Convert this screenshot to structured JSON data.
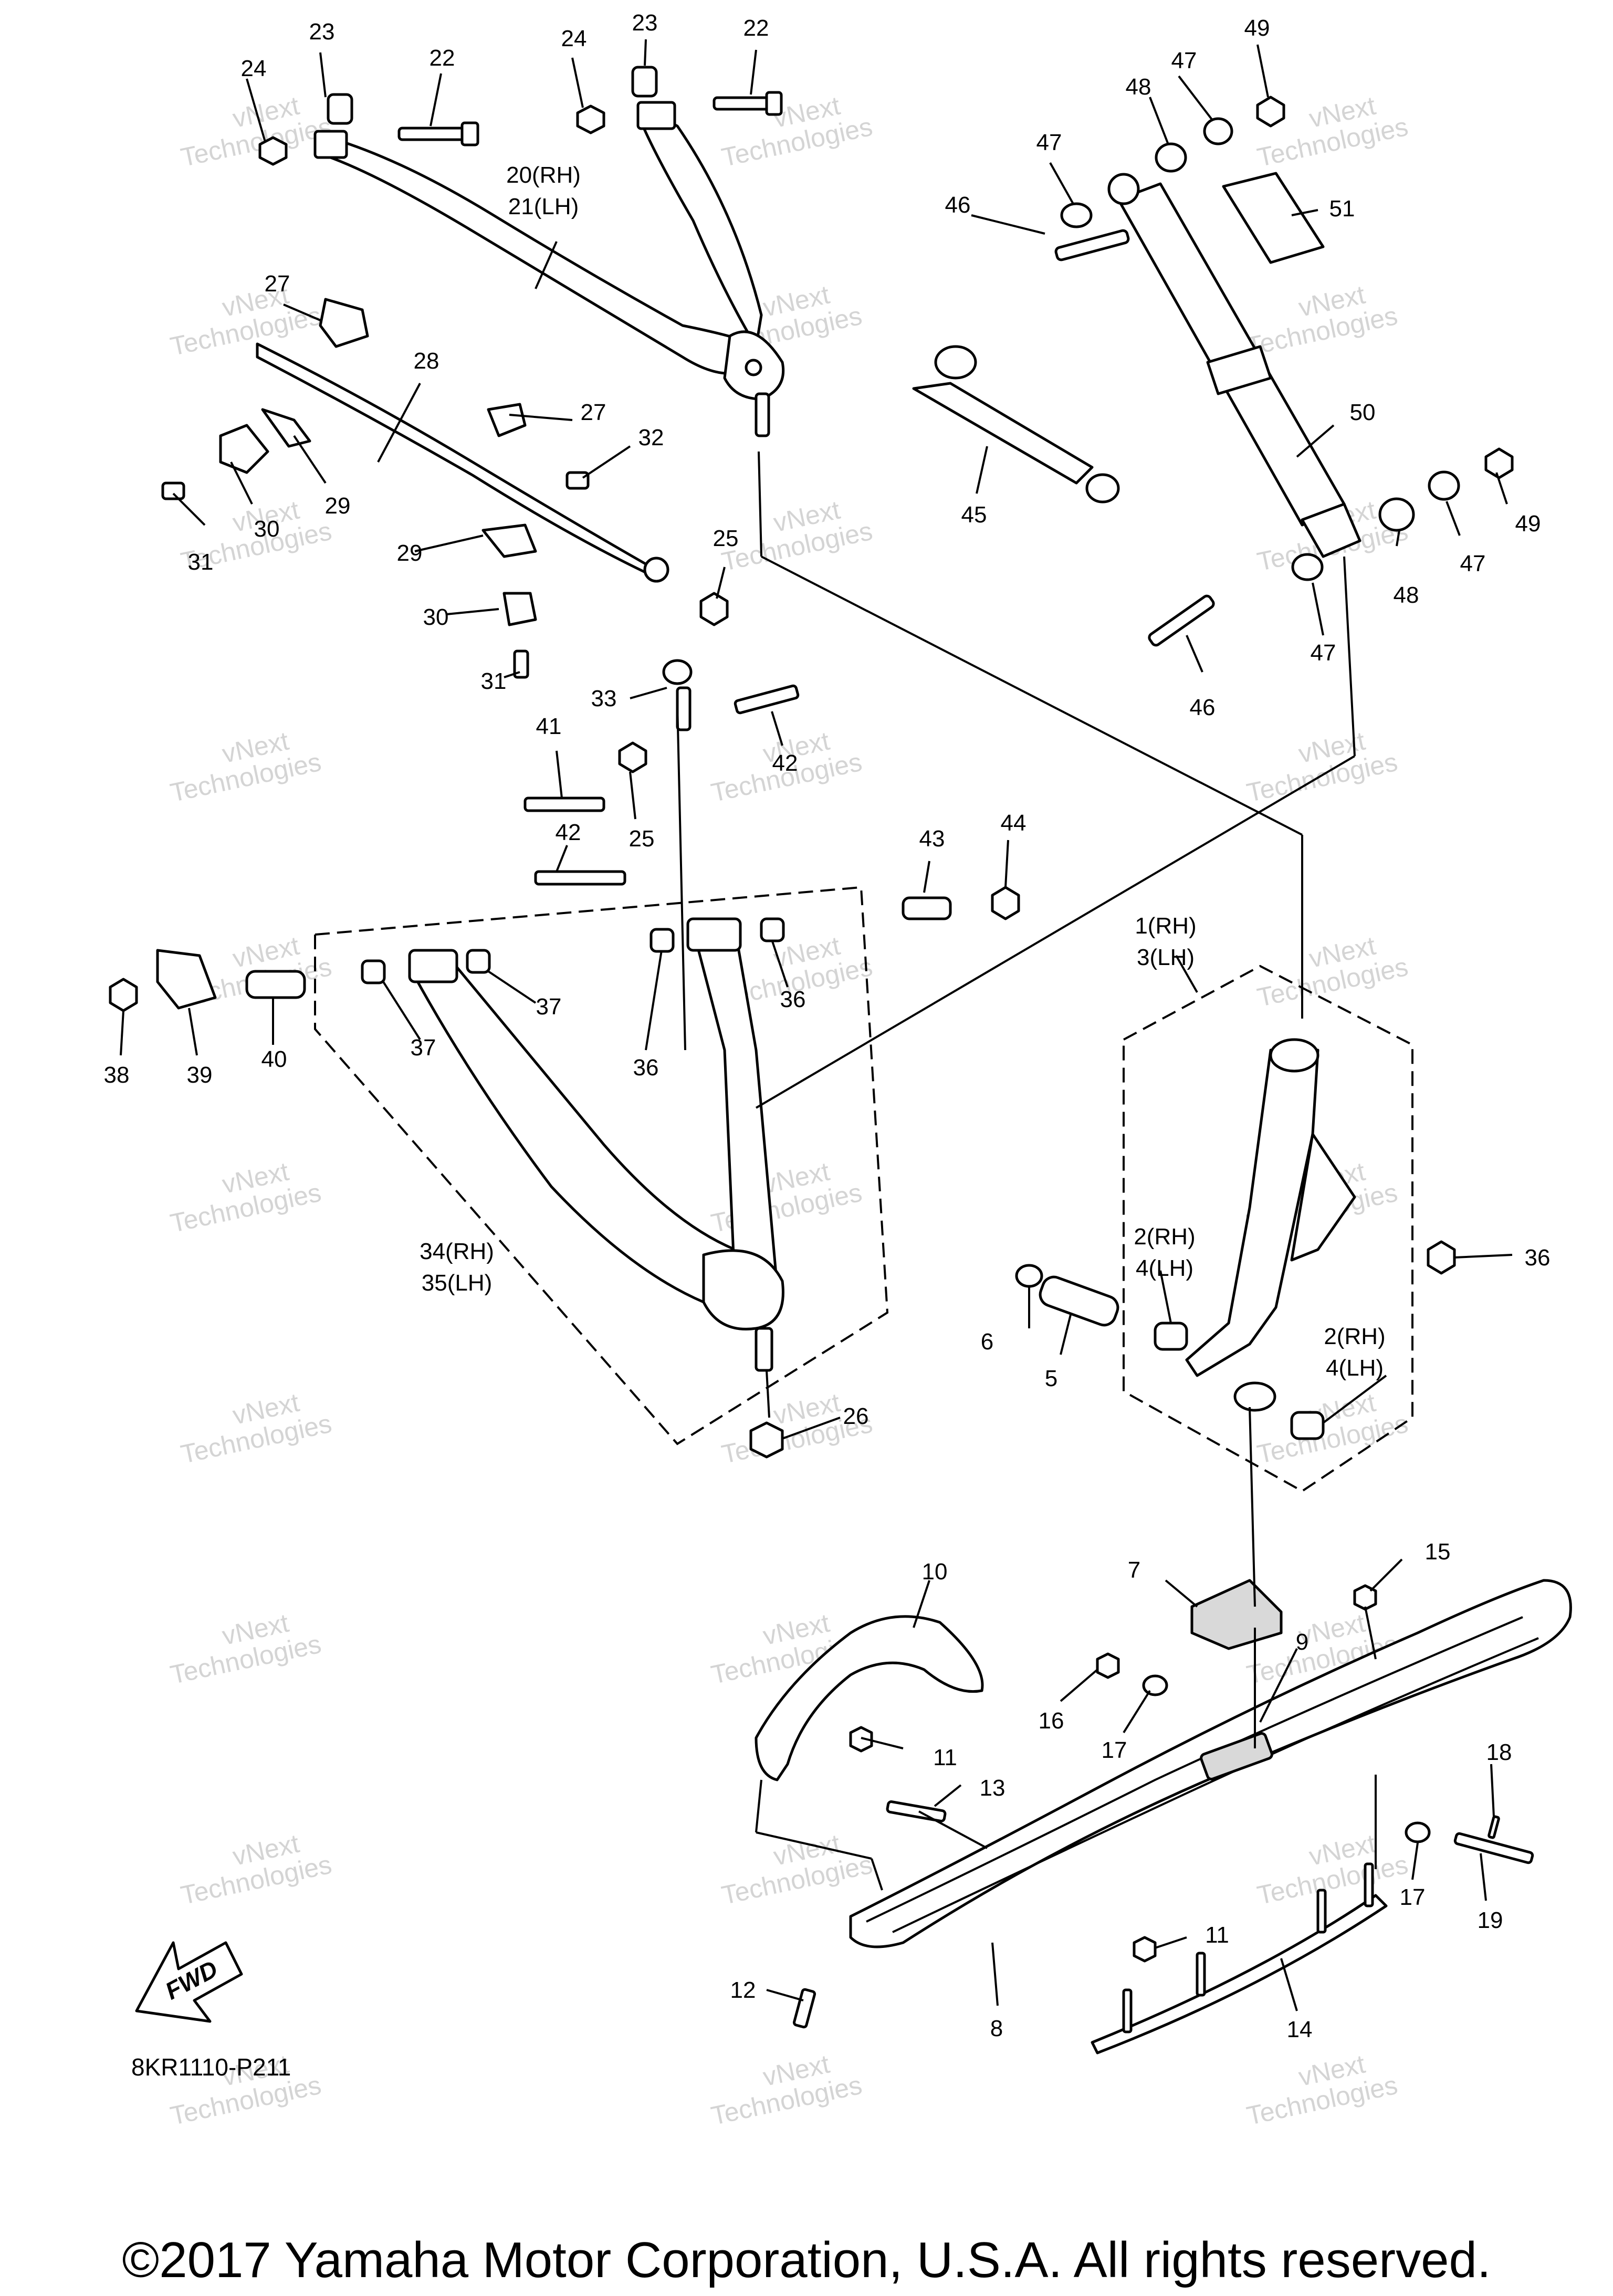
{
  "diagram_code": "8KR1110-P211",
  "fwd_label": "FWD",
  "copyright": "©2017 Yamaha Motor Corporation, U.S.A. All rights reserved.",
  "watermark": [
    "vNext",
    "Technologies"
  ],
  "callouts": [
    {
      "id": "c24a",
      "text": "24"
    },
    {
      "id": "c23a",
      "text": "23"
    },
    {
      "id": "c22a",
      "text": "22"
    },
    {
      "id": "c24b",
      "text": "24"
    },
    {
      "id": "c23b",
      "text": "23"
    },
    {
      "id": "c22b",
      "text": "22"
    },
    {
      "id": "c49a",
      "text": "49"
    },
    {
      "id": "c47a",
      "text": "47"
    },
    {
      "id": "c48a",
      "text": "48"
    },
    {
      "id": "c47b",
      "text": "47"
    },
    {
      "id": "c46a",
      "text": "46"
    },
    {
      "id": "c51",
      "text": "51"
    },
    {
      "id": "c20",
      "text": "20(RH)"
    },
    {
      "id": "c21",
      "text": "21(LH)"
    },
    {
      "id": "c27a",
      "text": "27"
    },
    {
      "id": "c28",
      "text": "28"
    },
    {
      "id": "c27b",
      "text": "27"
    },
    {
      "id": "c32",
      "text": "32"
    },
    {
      "id": "c29a",
      "text": "29"
    },
    {
      "id": "c30a",
      "text": "30"
    },
    {
      "id": "c31a",
      "text": "31"
    },
    {
      "id": "c29b",
      "text": "29"
    },
    {
      "id": "c30b",
      "text": "30"
    },
    {
      "id": "c31b",
      "text": "31"
    },
    {
      "id": "c25a",
      "text": "25"
    },
    {
      "id": "c45",
      "text": "45"
    },
    {
      "id": "c50",
      "text": "50"
    },
    {
      "id": "c49b",
      "text": "49"
    },
    {
      "id": "c47c",
      "text": "47"
    },
    {
      "id": "c48b",
      "text": "48"
    },
    {
      "id": "c47d",
      "text": "47"
    },
    {
      "id": "c46b",
      "text": "46"
    },
    {
      "id": "c33",
      "text": "33"
    },
    {
      "id": "c42a",
      "text": "42"
    },
    {
      "id": "c41",
      "text": "41"
    },
    {
      "id": "c25b",
      "text": "25"
    },
    {
      "id": "c42b",
      "text": "42"
    },
    {
      "id": "c43",
      "text": "43"
    },
    {
      "id": "c44",
      "text": "44"
    },
    {
      "id": "c1",
      "text": "1(RH)"
    },
    {
      "id": "c3",
      "text": "3(LH)"
    },
    {
      "id": "c36a",
      "text": "36"
    },
    {
      "id": "c37a",
      "text": "37"
    },
    {
      "id": "c38",
      "text": "38"
    },
    {
      "id": "c39",
      "text": "39"
    },
    {
      "id": "c40",
      "text": "40"
    },
    {
      "id": "c37b",
      "text": "37"
    },
    {
      "id": "c36b",
      "text": "36"
    },
    {
      "id": "c36c",
      "text": "36"
    },
    {
      "id": "c34",
      "text": "34(RH)"
    },
    {
      "id": "c35",
      "text": "35(LH)"
    },
    {
      "id": "c2a",
      "text": "2(RH)"
    },
    {
      "id": "c4a",
      "text": "4(LH)"
    },
    {
      "id": "c6",
      "text": "6"
    },
    {
      "id": "c5",
      "text": "5"
    },
    {
      "id": "c2b",
      "text": "2(RH)"
    },
    {
      "id": "c4b",
      "text": "4(LH)"
    },
    {
      "id": "c26",
      "text": "26"
    },
    {
      "id": "c7",
      "text": "7"
    },
    {
      "id": "c15",
      "text": "15"
    },
    {
      "id": "c10",
      "text": "10"
    },
    {
      "id": "c9",
      "text": "9"
    },
    {
      "id": "c16",
      "text": "16"
    },
    {
      "id": "c17a",
      "text": "17"
    },
    {
      "id": "c11a",
      "text": "11"
    },
    {
      "id": "c13",
      "text": "13"
    },
    {
      "id": "c18",
      "text": "18"
    },
    {
      "id": "c17b",
      "text": "17"
    },
    {
      "id": "c19",
      "text": "19"
    },
    {
      "id": "c11b",
      "text": "11"
    },
    {
      "id": "c12",
      "text": "12"
    },
    {
      "id": "c8",
      "text": "8"
    },
    {
      "id": "c14",
      "text": "14"
    }
  ]
}
